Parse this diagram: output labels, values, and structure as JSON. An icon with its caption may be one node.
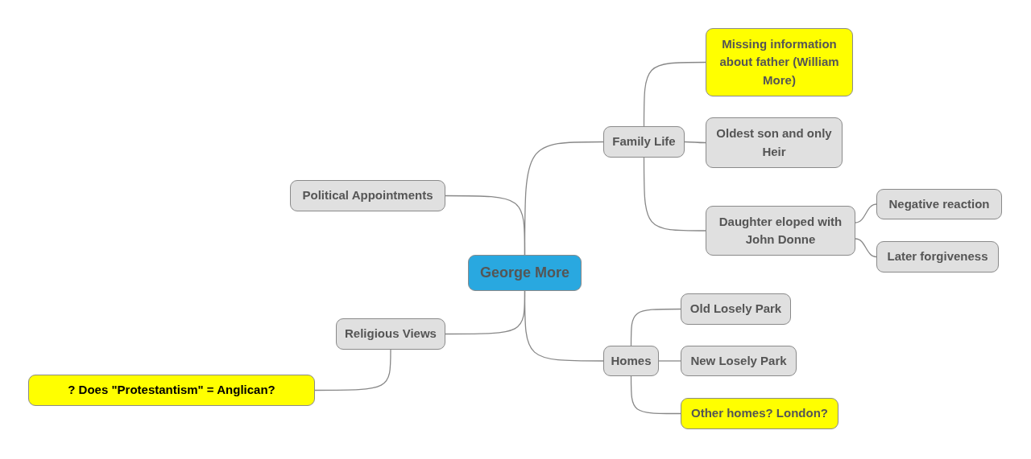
{
  "diagram": {
    "nodes": [
      {
        "text": [
          "George More"
        ]
      },
      {
        "text": [
          "Political Appointments"
        ]
      },
      {
        "text": [
          "Religious Views"
        ]
      },
      {
        "text": [
          "? Does \"Protestantism\" = Anglican?"
        ]
      },
      {
        "text": [
          "Family Life"
        ]
      },
      {
        "text": [
          "Missing information about father (William More)"
        ]
      },
      {
        "text": [
          "Oldest son and only Heir"
        ]
      },
      {
        "text": [
          "Daughter eloped with John Donne"
        ]
      },
      {
        "text": [
          "Negative reaction"
        ]
      },
      {
        "text": [
          "Later forgiveness"
        ]
      },
      {
        "text": [
          "Homes"
        ]
      },
      {
        "text": [
          "Old Losely Park"
        ]
      },
      {
        "text": [
          "New Losely Park"
        ]
      },
      {
        "text": [
          "Other homes? London?"
        ]
      }
    ],
    "edges": [
      {
        "from": 0,
        "to": 1,
        "arrow": "none"
      },
      {
        "from": 0,
        "to": 2,
        "arrow": "none"
      },
      {
        "from": 2,
        "to": 3,
        "arrow": "none"
      },
      {
        "from": 0,
        "to": 4,
        "arrow": "none"
      },
      {
        "from": 4,
        "to": 5,
        "arrow": "none"
      },
      {
        "from": 4,
        "to": 6,
        "arrow": "none"
      },
      {
        "from": 4,
        "to": 7,
        "arrow": "none"
      },
      {
        "from": 7,
        "to": 8,
        "arrow": "none"
      },
      {
        "from": 7,
        "to": 9,
        "arrow": "none"
      },
      {
        "from": 0,
        "to": 10,
        "arrow": "none"
      },
      {
        "from": 10,
        "to": 11,
        "arrow": "none"
      },
      {
        "from": 10,
        "to": 12,
        "arrow": "none"
      },
      {
        "from": 10,
        "to": 13,
        "arrow": "none"
      }
    ]
  }
}
